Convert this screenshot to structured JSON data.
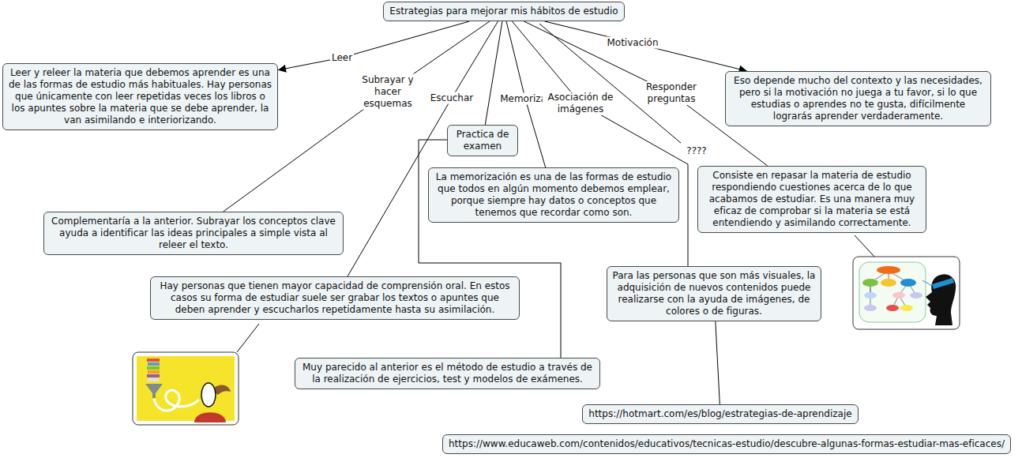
{
  "diagram": {
    "nodes": [
      {
        "text": [
          "Estrategias para mejorar mis hábitos de estudio"
        ]
      },
      {
        "text": [
          "Leer y releer la materia que debemos aprender es una de las formas de estudio más habituales. Hay personas que únicamente con leer repetidas veces los libros o los apuntes sobre la materia que se debe aprender, la van asimilando e interiorizando."
        ]
      },
      {
        "text": [
          "Complementaría a la anterior. Subrayar los conceptos clave ayuda a identificar las ideas principales a simple vista al releer el texto."
        ]
      },
      {
        "text": [
          "Hay personas que tienen mayor capacidad de comprensión oral. En estos casos su forma de estudiar suele ser grabar los textos o apuntes que deben aprender y escucharlos repetidamente hasta su asimilación."
        ]
      },
      {
        "text": [
          "Practica de examen"
        ]
      },
      {
        "text": [
          "La memorización es una de las formas de estudio que todos en algún momento debemos emplear, porque siempre hay datos o conceptos que tenemos que recordar como son."
        ]
      },
      {
        "text": [
          "Para las personas que son más visuales, la adquisición de nuevos contenidos puede realizarse con la ayuda de imágenes, de colores o de figuras."
        ]
      },
      {
        "text": [
          "Muy parecido al anterior es el método de estudio a través de la realización de ejercicios, test y modelos de exámenes."
        ]
      },
      {
        "text": [
          "Consiste en repasar la materia de estudio respondiendo cuestiones acerca de lo que acabamos de estudiar. Es una manera muy eficaz de comprobar si la materia se está entendiendo y asimilando correctamente."
        ]
      },
      {
        "text": [
          "Eso depende mucho del contexto y las necesidades, pero si la motivación no juega a tu favor, si lo que estudias o aprendes no te gusta, difícilmente lograrás aprender verdaderamente."
        ]
      },
      {
        "text": [
          "https://hotmart.com/es/blog/estrategias-de-aprendizaje"
        ]
      },
      {
        "text": [
          "https://www.educaweb.com/contenidos/educativos/tecnicas-estudio/descubre-algunas-formas-estudiar-mas-eficaces/"
        ]
      }
    ],
    "edges": [
      {
        "from": 0,
        "to": 1,
        "label": "Leer",
        "arrow": "to"
      },
      {
        "from": 0,
        "to": 2,
        "label": "Subrayar y hacer esquemas",
        "arrow": "none"
      },
      {
        "from": 0,
        "to": 3,
        "label": "Escuchar",
        "arrow": "none"
      },
      {
        "from": 0,
        "to": 4,
        "arrow": "none"
      },
      {
        "from": 4,
        "to": 7,
        "arrow": "none"
      },
      {
        "from": 0,
        "to": 5,
        "label": "Memorizar",
        "arrow": "none"
      },
      {
        "from": 0,
        "to": 6,
        "label": "Asociación de imágenes",
        "arrow": "none"
      },
      {
        "from": 0,
        "to": 8,
        "label": "Responder preguntas",
        "arrow": "none"
      },
      {
        "from": 0,
        "to": 9,
        "label": "Motivación",
        "arrow": "to"
      },
      {
        "from": 6,
        "to": 10,
        "arrow": "none"
      }
    ],
    "labels": [
      "????"
    ]
  }
}
